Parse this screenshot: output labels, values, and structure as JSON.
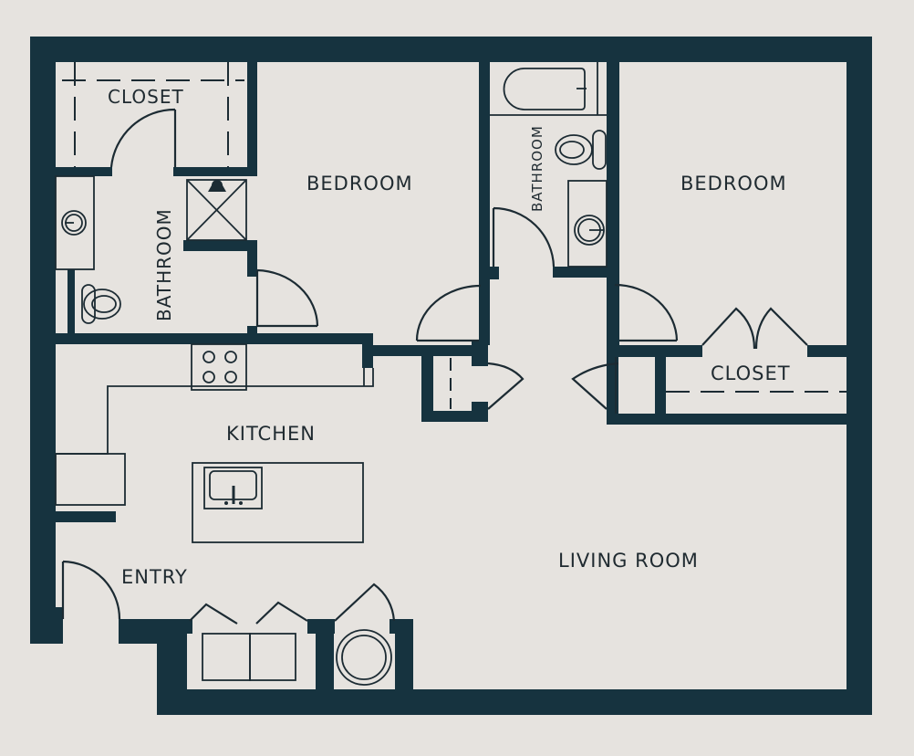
{
  "floor_plan": {
    "colors": {
      "wall": "#16333f",
      "background": "#e6e3df",
      "linework": "#1c2b33"
    },
    "rooms": [
      {
        "id": "closet-1",
        "label": "CLOSET"
      },
      {
        "id": "bathroom-1",
        "label": "BATHROOM"
      },
      {
        "id": "bedroom-1",
        "label": "BEDROOM"
      },
      {
        "id": "bathroom-2",
        "label": "BATHROOM"
      },
      {
        "id": "bedroom-2",
        "label": "BEDROOM"
      },
      {
        "id": "closet-2",
        "label": "CLOSET"
      },
      {
        "id": "kitchen",
        "label": "KITCHEN"
      },
      {
        "id": "entry",
        "label": "ENTRY"
      },
      {
        "id": "living-room",
        "label": "LIVING ROOM"
      }
    ],
    "fixtures": [
      "shower",
      "toilet",
      "sink",
      "bathtub",
      "cooktop",
      "kitchen-sink",
      "washer",
      "dryer",
      "water-heater"
    ]
  }
}
